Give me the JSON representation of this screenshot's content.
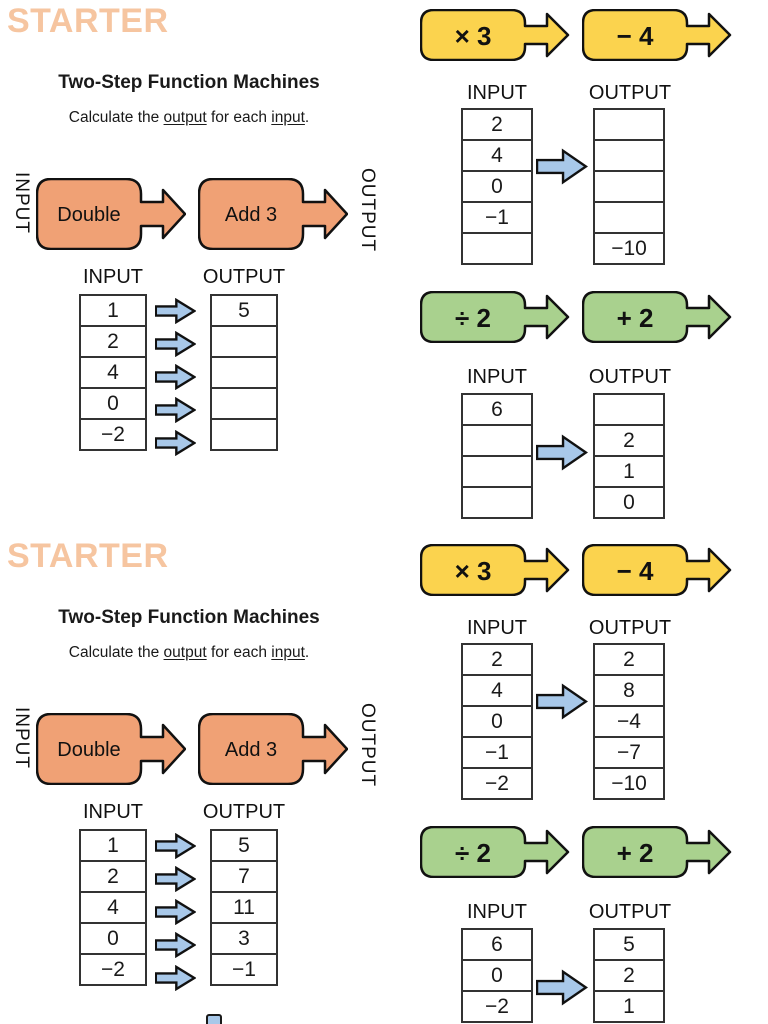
{
  "colors": {
    "starter_heading": "#F6C5A0",
    "machine_orange": "#F0A175",
    "machine_yellow": "#FBD34E",
    "machine_green": "#A9D18E",
    "arrow_blue": "#A8C8E9",
    "outline_black": "#111111"
  },
  "slides": [
    {
      "starter_label": "STARTER",
      "title": "Two-Step Function Machines",
      "instruction": {
        "t1": "Calculate the ",
        "u1": "output",
        "t2": " for each ",
        "u2": "input",
        "t3": "."
      },
      "double_machine": {
        "input_label": "INPUT",
        "output_label": "OUTPUT",
        "step1": "Double",
        "step2": "Add 3"
      },
      "double_table": {
        "input_header": "INPUT",
        "output_header": "OUTPUT",
        "inputs": [
          "1",
          "2",
          "4",
          "0",
          "−2"
        ],
        "outputs": [
          "5",
          "",
          "",
          "",
          ""
        ]
      },
      "multiply_machine": {
        "step1": "× 3",
        "step2": "− 4"
      },
      "multiply_table": {
        "input_header": "INPUT",
        "output_header": "OUTPUT",
        "inputs": [
          "2",
          "4",
          "0",
          "−1",
          ""
        ],
        "outputs": [
          "",
          "",
          "",
          "",
          "−10"
        ]
      },
      "divide_machine": {
        "step1": "÷ 2",
        "step2": "+ 2"
      },
      "divide_table": {
        "input_header": "INPUT",
        "output_header": "OUTPUT",
        "inputs": [
          "6",
          "",
          "",
          ""
        ],
        "outputs": [
          "",
          "2",
          "1",
          "0"
        ]
      }
    },
    {
      "starter_label": "STARTER",
      "title": "Two-Step Function Machines",
      "instruction": {
        "t1": "Calculate the ",
        "u1": "output",
        "t2": " for each ",
        "u2": "input",
        "t3": "."
      },
      "double_machine": {
        "input_label": "INPUT",
        "output_label": "OUTPUT",
        "step1": "Double",
        "step2": "Add 3"
      },
      "double_table": {
        "input_header": "INPUT",
        "output_header": "OUTPUT",
        "inputs": [
          "1",
          "2",
          "4",
          "0",
          "−2"
        ],
        "outputs": [
          "5",
          "7",
          "11",
          "3",
          "−1"
        ]
      },
      "multiply_machine": {
        "step1": "× 3",
        "step2": "− 4"
      },
      "multiply_table": {
        "input_header": "INPUT",
        "output_header": "OUTPUT",
        "inputs": [
          "2",
          "4",
          "0",
          "−1",
          "−2"
        ],
        "outputs": [
          "2",
          "8",
          "−4",
          "−7",
          "−10"
        ]
      },
      "divide_machine": {
        "step1": "÷ 2",
        "step2": "+ 2"
      },
      "divide_table": {
        "input_header": "INPUT",
        "output_header": "OUTPUT",
        "inputs": [
          "6",
          "0",
          "−2"
        ],
        "outputs": [
          "5",
          "2",
          "1"
        ]
      }
    }
  ]
}
